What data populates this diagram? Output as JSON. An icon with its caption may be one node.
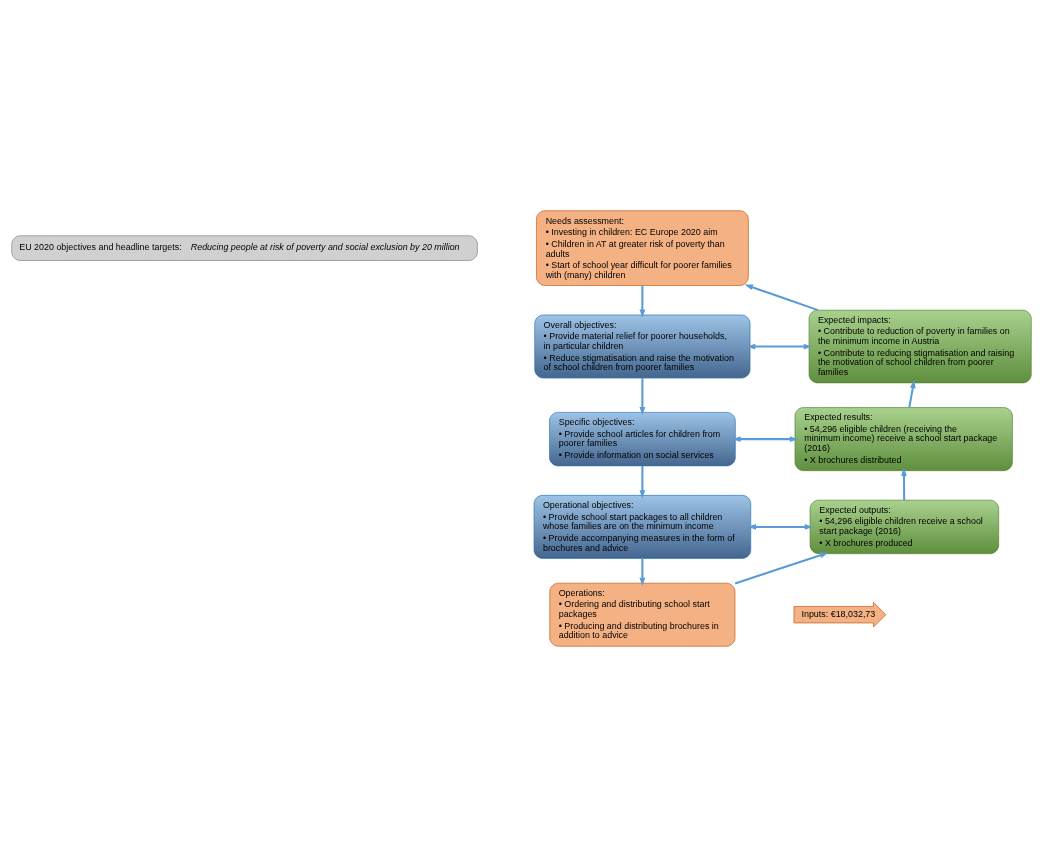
{
  "diagram": {
    "nodes": [
      {
        "text": [
          "EU 2020 objectives and headline targets: *Reducing people at risk of poverty and social exclusion by 20 million*"
        ]
      },
      {
        "text": [
          "Needs assessment:",
          "• Investing in children: EC Europe 2020 aim",
          "• Children in AT at greater risk of poverty than adults",
          "• Start of school year difficult for poorer families with (many) children"
        ]
      },
      {
        "text": [
          "Overall objectives:",
          "• Provide material relief for poorer households, in particular children",
          "• Reduce stigmatisation and raise the motivation of school children from poorer families"
        ]
      },
      {
        "text": [
          "Specific objectives:",
          "• Provide school articles for children from poorer families",
          "• Provide information on social services"
        ]
      },
      {
        "text": [
          "Operational objectives:",
          "• Provide school start packages to all children whose families are on the minimum income",
          "• Provide accompanying measures in the form of brochures and advice"
        ]
      },
      {
        "text": [
          "Inputs: €18,032,73"
        ]
      },
      {
        "text": [
          "Operations:",
          "• Ordering and distributing school start packages",
          "• Producing and distributing brochures in addition to advice"
        ]
      },
      {
        "text": [
          "Expected outputs:",
          "• 54,296 eligible children receive a school start package (2016)",
          "• X brochures produced"
        ]
      },
      {
        "text": [
          "Expected results:",
          "• 54,296 eligible children (receiving the minimum income) receive a school start package (2016)",
          "• X brochures distributed"
        ]
      },
      {
        "text": [
          "Expected impacts:",
          "• Contribute to reduction of poverty in families on the minimum income in Austria",
          "• Contribute to reducing stigmatisation and raising the motivation of school children from poorer families"
        ]
      }
    ],
    "edges": [
      {
        "from": 1,
        "to": 2,
        "arrow": "to"
      },
      {
        "from": 2,
        "to": 3,
        "arrow": "to"
      },
      {
        "from": 3,
        "to": 4,
        "arrow": "to"
      },
      {
        "from": 2,
        "to": 9,
        "arrow": "both"
      },
      {
        "from": 3,
        "to": 8,
        "arrow": "both"
      },
      {
        "from": 4,
        "to": 7,
        "arrow": "both"
      },
      {
        "from": 4,
        "to": 6,
        "arrow": "to"
      },
      {
        "from": 6,
        "to": 7,
        "arrow": "to"
      },
      {
        "from": 7,
        "to": 8,
        "arrow": "to"
      },
      {
        "from": 8,
        "to": 9,
        "arrow": "to"
      },
      {
        "from": 9,
        "to": 1,
        "arrow": "to"
      }
    ]
  }
}
